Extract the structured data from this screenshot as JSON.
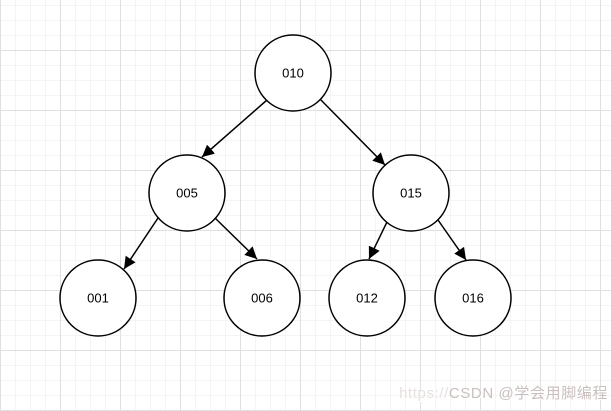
{
  "page": {
    "background_color": "#ffffff",
    "grid_minor_color": "#f4f4f4",
    "grid_major_color": "#e0e0e0"
  },
  "diagram": {
    "type": "binary-tree",
    "node_shape": "circle",
    "node_fill": "#ffffff",
    "node_stroke": "#000000",
    "edge_color": "#000000",
    "nodes": [
      {
        "id": "010",
        "label": "010"
      },
      {
        "id": "005",
        "label": "005"
      },
      {
        "id": "015",
        "label": "015"
      },
      {
        "id": "001",
        "label": "001"
      },
      {
        "id": "006",
        "label": "006"
      },
      {
        "id": "012",
        "label": "012"
      },
      {
        "id": "016",
        "label": "016"
      }
    ],
    "edges": [
      {
        "from": "010",
        "to": "005"
      },
      {
        "from": "010",
        "to": "015"
      },
      {
        "from": "005",
        "to": "001"
      },
      {
        "from": "005",
        "to": "006"
      },
      {
        "from": "015",
        "to": "012"
      },
      {
        "from": "015",
        "to": "016"
      }
    ]
  },
  "watermark": {
    "prefix": "https://",
    "text": "CSDN @学会用脚编程",
    "color": "#c9bfbd",
    "prefix_color": "#e6e1df"
  }
}
